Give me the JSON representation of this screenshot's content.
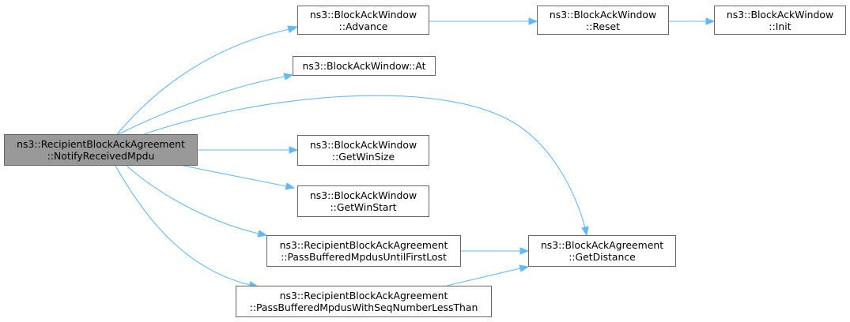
{
  "colors": {
    "edge": "#63b8ff",
    "node_border": "#666666",
    "root_fill": "#999999",
    "node_fill": "#ffffff"
  },
  "nodes": {
    "root": {
      "line1": "ns3::RecipientBlockAckAgreement",
      "line2": "::NotifyReceivedMpdu"
    },
    "advance": {
      "line1": "ns3::BlockAckWindow",
      "line2": "::Advance"
    },
    "reset": {
      "line1": "ns3::BlockAckWindow",
      "line2": "::Reset"
    },
    "init": {
      "line1": "ns3::BlockAckWindow",
      "line2": "::Init"
    },
    "at": {
      "line1": "ns3::BlockAckWindow::At"
    },
    "getwinsize": {
      "line1": "ns3::BlockAckWindow",
      "line2": "::GetWinSize"
    },
    "getwinstart": {
      "line1": "ns3::BlockAckWindow",
      "line2": "::GetWinStart"
    },
    "passfirstlost": {
      "line1": "ns3::RecipientBlockAckAgreement",
      "line2": "::PassBufferedMpdusUntilFirstLost"
    },
    "passseqless": {
      "line1": "ns3::RecipientBlockAckAgreement",
      "line2": "::PassBufferedMpdusWithSeqNumberLessThan"
    },
    "getdistance": {
      "line1": "ns3::BlockAckAgreement",
      "line2": "::GetDistance"
    }
  }
}
